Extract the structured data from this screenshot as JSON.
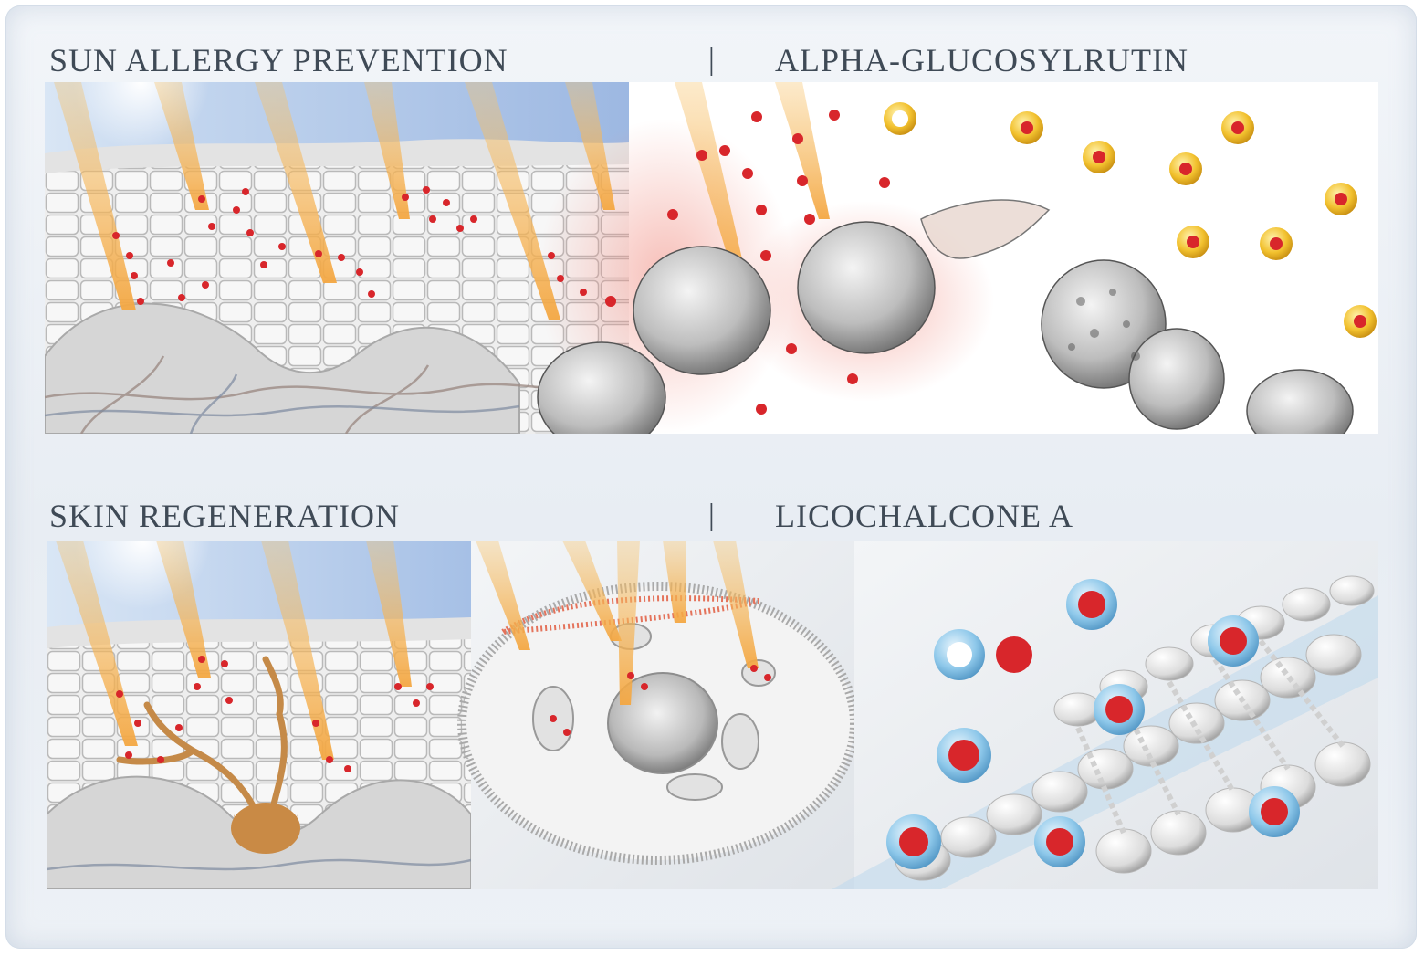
{
  "sections": [
    {
      "title": "SUN ALLERGY PREVENTION",
      "separator": "|",
      "ingredient": "ALPHA-GLUCOSYLRUTIN"
    },
    {
      "title": "SKIN REGENERATION",
      "separator": "|",
      "ingredient": "LICOCHALCONE A"
    }
  ],
  "colors": {
    "heading_text": "#3f4a56",
    "uv_ray": "#f4a742",
    "free_radical": "#d8262b",
    "antioxidant_shell_gold": "#f2c12e",
    "antioxidant_shell_blue": "#8ec8ea",
    "sky": "#a9c2e6"
  }
}
